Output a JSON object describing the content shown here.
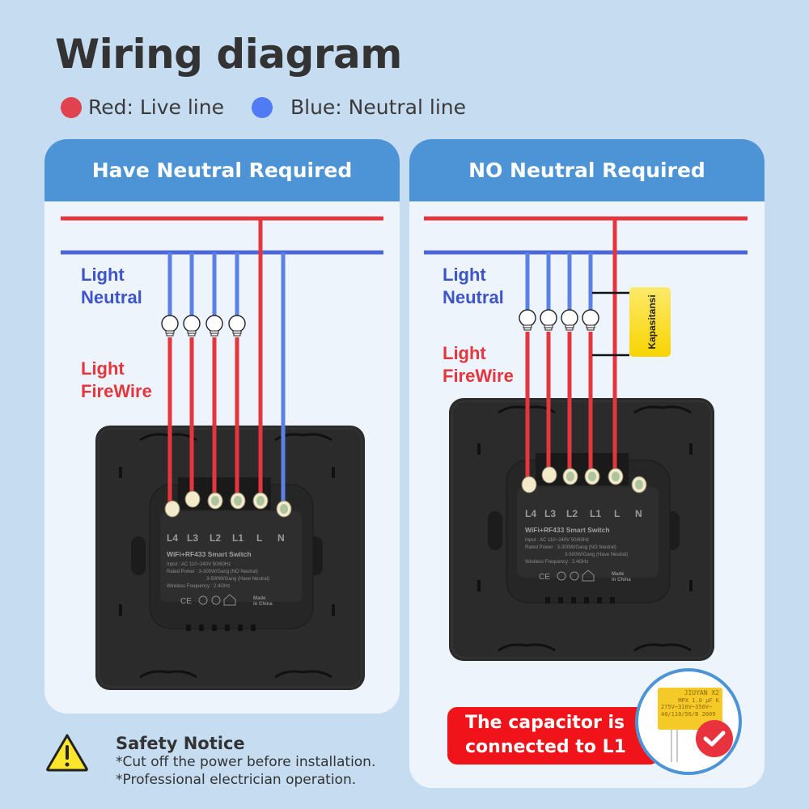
{
  "title": "Wiring diagram",
  "legend": [
    {
      "label": "Red: Live line",
      "color": "#e0434f"
    },
    {
      "label": "Blue: Neutral line",
      "color": "#4f7cf5"
    }
  ],
  "colors": {
    "live": "#e5353d",
    "neutral": "#4a68d8",
    "neutral_drop": "#5b80e6",
    "header": "#4d94d7",
    "card": "#edf4fc",
    "background": "#c6dcf0",
    "capacitor_box": "#fce03a",
    "alert": "#f0141a"
  },
  "panels": [
    {
      "header": "Have Neutral Required",
      "labels": {
        "neutral": [
          "Light",
          "Neutral"
        ],
        "live": [
          "Light",
          "FireWire"
        ]
      },
      "terminals": [
        "L4",
        "L3",
        "L2",
        "L1",
        "L",
        "N"
      ],
      "neutral_terminal_connected": true,
      "capacitor": null
    },
    {
      "header": "NO Neutral Required",
      "labels": {
        "neutral": [
          "Light",
          "Neutral"
        ],
        "live": [
          "Light",
          "FireWire"
        ]
      },
      "terminals": [
        "L4",
        "L3",
        "L2",
        "L1",
        "L",
        "N"
      ],
      "neutral_terminal_connected": false,
      "capacitor": {
        "label": "Kapasitansi",
        "connected_to": "L1"
      }
    }
  ],
  "device_label": {
    "name": "WiFi+RF433 Smart Switch",
    "input": "Input : AC 110~240V  50/60Hz",
    "rated_power_1": "Rated Power : 3-300W/Gang  (NO Neutral)",
    "rated_power_2": "3-500W/Gang  (Have Neutral)",
    "wireless": "Wireless Frequency : 2.4GHz",
    "certs": "CE",
    "origin_1": "Made",
    "origin_2": "in China"
  },
  "safety": {
    "title": "Safety Notice",
    "lines": [
      "*Cut off the power before installation.",
      "*Professional electrician operation."
    ]
  },
  "capacitor_note": {
    "line1": "The capacitor is",
    "line2": "connected to L1",
    "capacitor_print": [
      "JIUYAN X2",
      "MPX 1.0 μF K",
      "275V~310V~350V~",
      "40/110/56/B 2009"
    ]
  }
}
